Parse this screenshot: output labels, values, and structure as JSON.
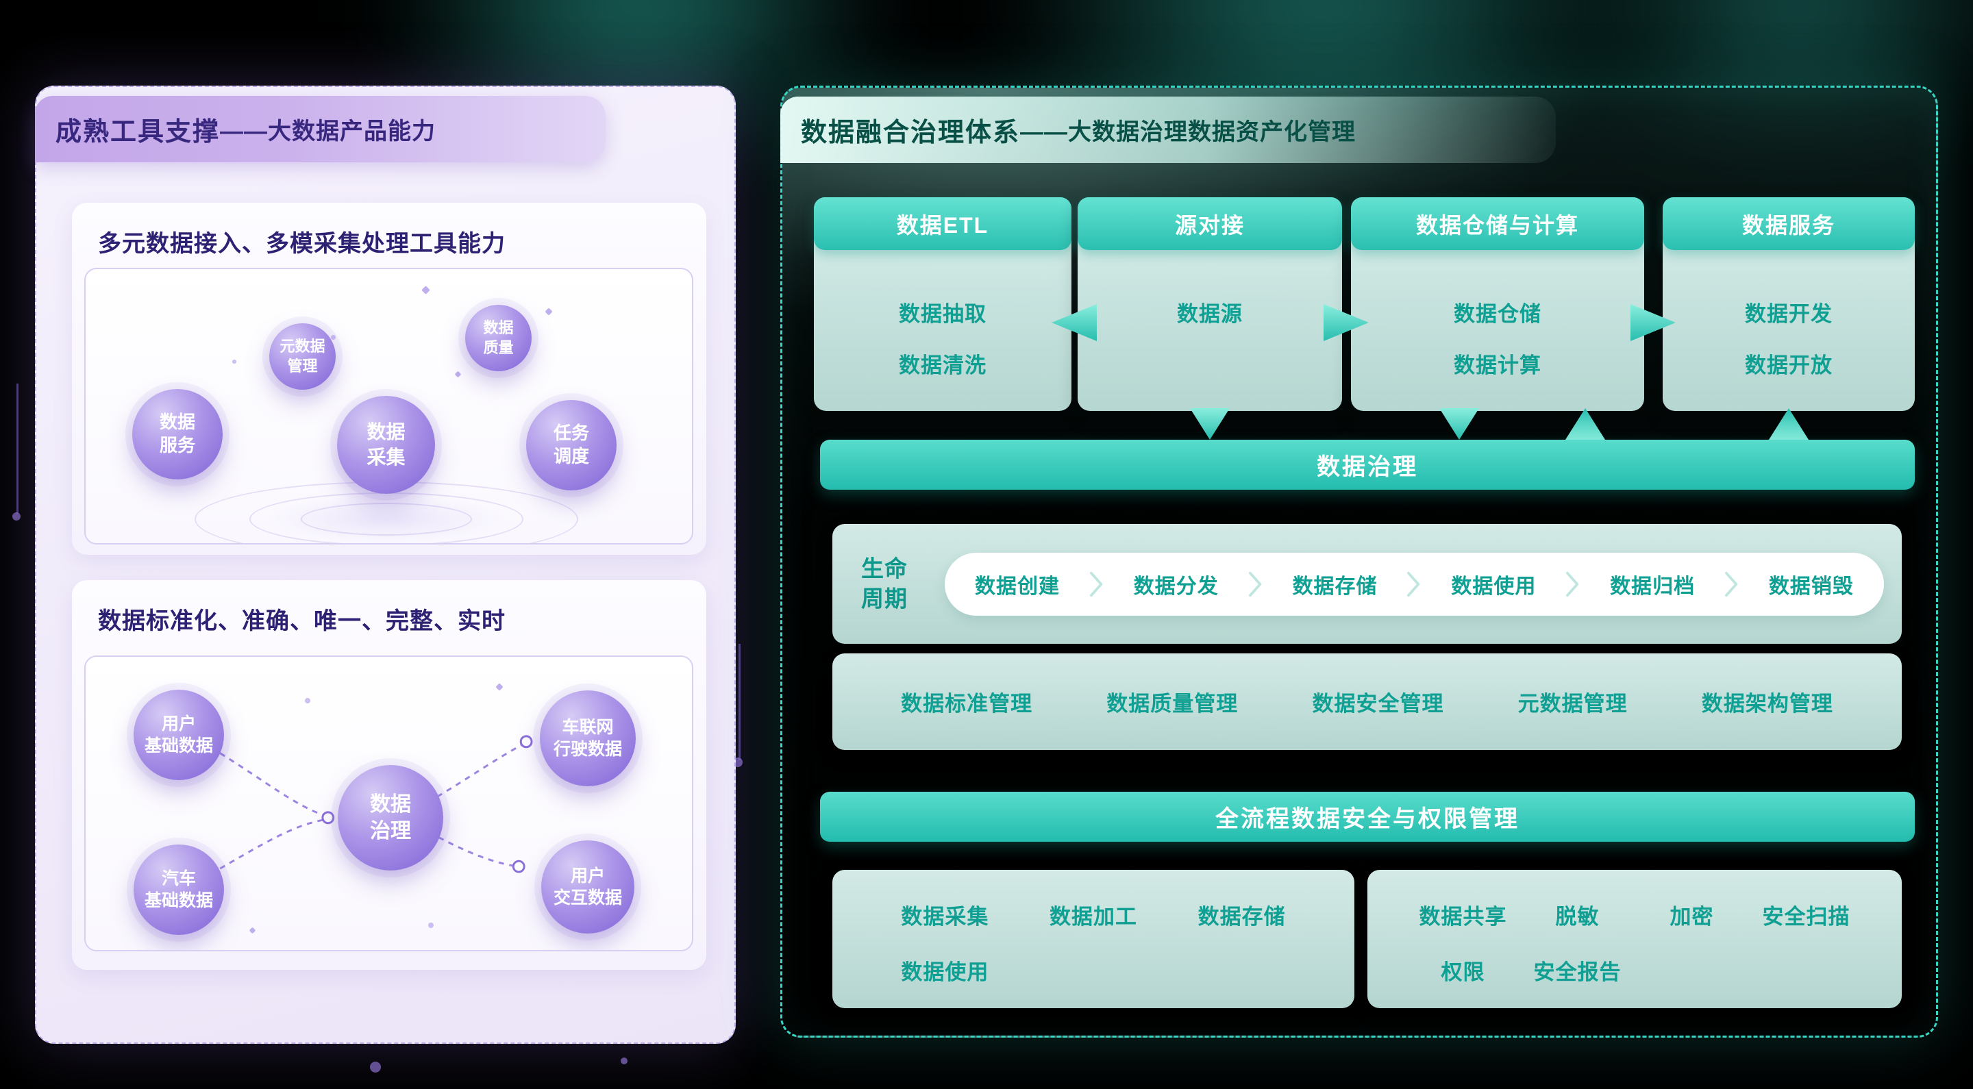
{
  "left_panel": {
    "title_strong": "成熟工具支撑",
    "title_rest": "——大数据产品能力",
    "card1": {
      "title": "多元数据接入、多模采集处理工具能力",
      "bubbles": [
        {
          "label": "元数据\n管理"
        },
        {
          "label": "数据\n质量"
        },
        {
          "label": "数据\n服务"
        },
        {
          "label": "数据\n采集"
        },
        {
          "label": "任务\n调度"
        }
      ]
    },
    "card2": {
      "title": "数据标准化、准确、唯一、完整、实时",
      "bubbles": [
        {
          "label": "用户\n基础数据"
        },
        {
          "label": "车联网\n行驶数据"
        },
        {
          "label": "数据\n治理"
        },
        {
          "label": "汽车\n基础数据"
        },
        {
          "label": "用户\n交互数据"
        }
      ]
    }
  },
  "right_panel": {
    "title_strong": "数据融合治理体系",
    "title_rest": "——大数据治理数据资产化管理",
    "columns": [
      {
        "header": "数据ETL",
        "items": [
          "数据抽取",
          "数据清洗"
        ]
      },
      {
        "header": "源对接",
        "items": [
          "数据源"
        ]
      },
      {
        "header": "数据仓储与计算",
        "items": [
          "数据仓储",
          "数据计算"
        ]
      },
      {
        "header": "数据服务",
        "items": [
          "数据开发",
          "数据开放"
        ]
      }
    ],
    "governance_bar": "数据治理",
    "lifecycle": {
      "label": "生命\n周期",
      "steps": [
        "数据创建",
        "数据分发",
        "数据存储",
        "数据使用",
        "数据归档",
        "数据销毁"
      ]
    },
    "management_items": [
      "数据标准管理",
      "数据质量管理",
      "数据安全管理",
      "元数据管理",
      "数据架构管理"
    ],
    "security_bar": "全流程数据安全与权限管理",
    "security_groups": {
      "left": [
        "数据采集",
        "数据加工",
        "数据存储",
        "数据使用"
      ],
      "right": [
        "数据共享",
        "脱敏",
        "加密",
        "安全扫描",
        "权限",
        "安全报告"
      ]
    }
  },
  "colors": {
    "teal_accent": "#2cc8b9",
    "teal_text": "#0fa093",
    "teal_dark_text": "#084f46",
    "purple_accent": "#8a6fd9",
    "purple_text": "#38277e"
  }
}
